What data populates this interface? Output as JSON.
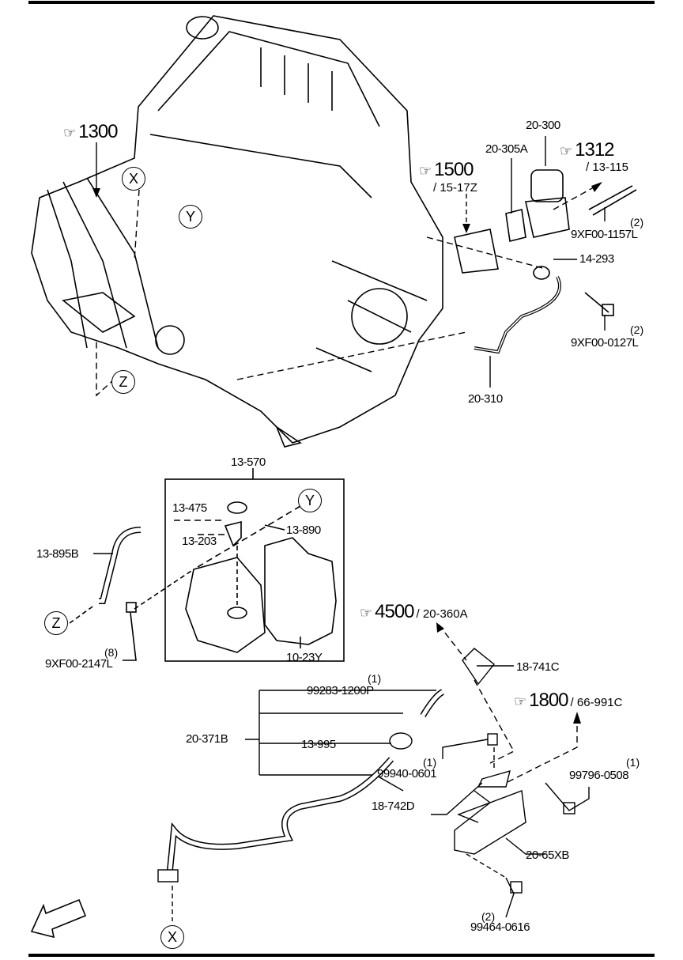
{
  "references": {
    "r1300": {
      "icon": "pointing-hand-icon",
      "hand": "☞",
      "num": "1300"
    },
    "r1500": {
      "icon": "pointing-hand-icon",
      "hand": "☞",
      "num": "1500",
      "sub": "/ 15-17Z"
    },
    "r1312": {
      "icon": "pointing-hand-icon",
      "hand": "☞",
      "num": "1312",
      "sub": "/ 13-115"
    },
    "r4500": {
      "icon": "pointing-hand-icon",
      "hand": "☞",
      "num": "4500",
      "sub": "/ 20-360A"
    },
    "r1800": {
      "icon": "pointing-hand-icon",
      "hand": "☞",
      "num": "1800",
      "sub": "/ 66-991C"
    }
  },
  "markers": {
    "x": "X",
    "y": "Y",
    "z": "Z"
  },
  "parts": {
    "p20_300": "20-300",
    "p20_305A": "20-305A",
    "p9XF00_1157L": {
      "qty": "(2)",
      "label": "9XF00-1157L"
    },
    "p14_293": "14-293",
    "p9XF00_0127L": {
      "qty": "(2)",
      "label": "9XF00-0127L"
    },
    "p20_310": "20-310",
    "p13_570": "13-570",
    "p13_475": "13-475",
    "p13_890": "13-890",
    "p13_203": "13-203",
    "p13_895B": "13-895B",
    "p9XF00_2147L": {
      "qty": "(8)",
      "label": "9XF00-2147L"
    },
    "p10_23Y": "10-23Y",
    "p18_741C": "18-741C",
    "p99283_1200P": {
      "qty": "(1)",
      "label": "99283-1200P"
    },
    "p20_371B": "20-371B",
    "p13_995": "13-995",
    "p99940_0601": {
      "qty": "(1)",
      "label": "99940-0601"
    },
    "p99796_0508": {
      "qty": "(1)",
      "label": "99796-0508"
    },
    "p18_742D": "18-742D",
    "p20_65XB": "20-65XB",
    "p99464_0616": {
      "qty": "(2)",
      "label": "99464-0616"
    }
  },
  "fwd_label": "FWD"
}
